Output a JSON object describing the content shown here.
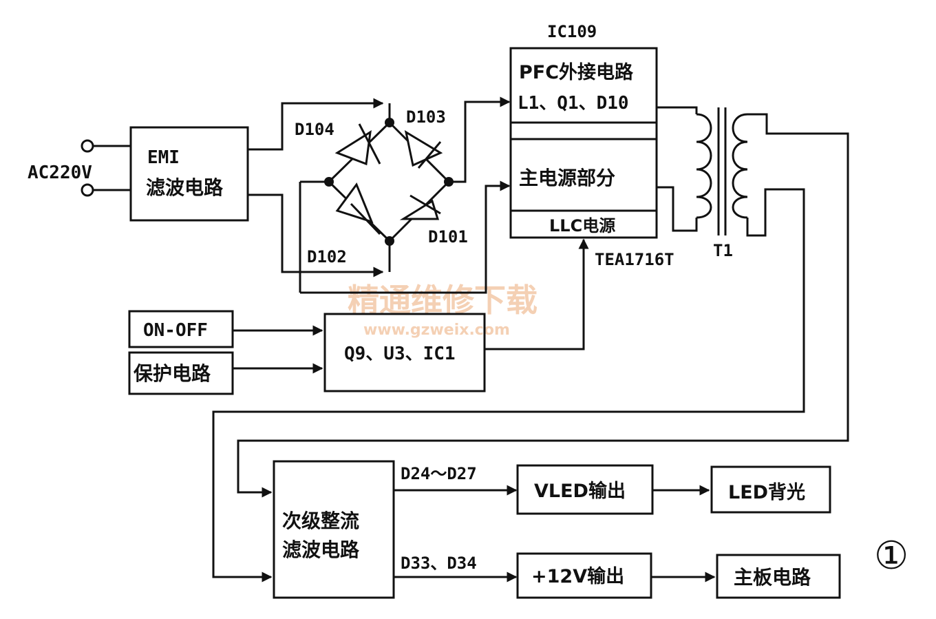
{
  "labels": {
    "ac_input": "AC220V",
    "emi_line1": "EMI",
    "emi_line2": "滤波电路",
    "d104": "D104",
    "d103": "D103",
    "d102": "D102",
    "d101": "D101",
    "ic109": "IC109",
    "pfc_line1": "PFC外接电路",
    "pfc_line2": "L1、Q1、D10",
    "main_power": "主电源部分",
    "llc_power": "LLC电源",
    "tea_chip": "TEA1716T",
    "transformer": "T1",
    "on_off": "ON-OFF",
    "protection": "保护电路",
    "q9_group": "Q9、U3、IC1",
    "secondary_line1": "次级整流",
    "secondary_line2": "滤波电路",
    "d24_d27": "D24～D27",
    "d33_d34": "D33、D34",
    "vled_output": "VLED输出",
    "led_backlight": "LED背光",
    "v12_output": "+12V输出",
    "mainboard": "主板电路",
    "figure_number": "①"
  },
  "watermark": {
    "text": "精通维修下载",
    "url": "www.gzweix.com"
  },
  "colors": {
    "line": "#111111",
    "watermark": "#f3c8a8",
    "background": "#ffffff"
  }
}
